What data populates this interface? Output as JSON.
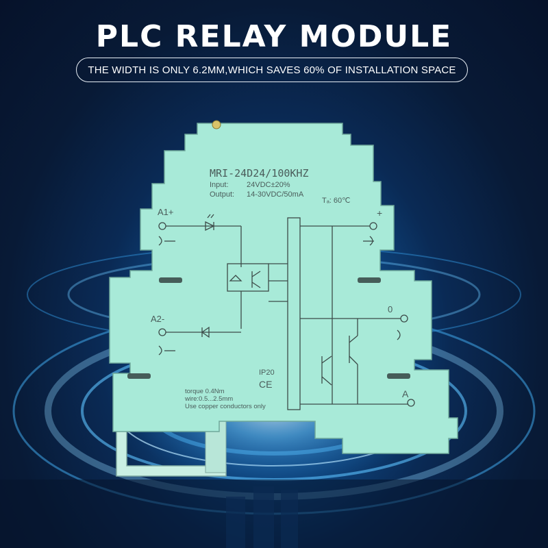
{
  "header": {
    "title": "PLC RELAY MODULE",
    "subtitle": "THE WIDTH IS ONLY 6.2MM,WHICH SAVES 60% OF INSTALLATION SPACE"
  },
  "module": {
    "model": "MRI-24D24/100KHZ",
    "input_label": "Input:",
    "input_value": "24VDC±20%",
    "output_label": "Output:",
    "output_value": "14-30VDC/50mA",
    "temp": "Tₐ: 60℃",
    "terminal_a1": "A1+",
    "terminal_a2": "A2-",
    "terminal_plus": "+",
    "terminal_zero": "0",
    "terminal_a": "A",
    "ip_rating": "IP20",
    "torque": "torque 0.4Nm",
    "wire": "wire:0.5...2.5mm",
    "copper_note": "Use copper conductors only",
    "ce_mark": "CE"
  },
  "colors": {
    "module_body": "#a8ead8",
    "circuit_line": "#3c4a48",
    "background_glow": "#2b8fd6",
    "text_white": "#ffffff"
  }
}
